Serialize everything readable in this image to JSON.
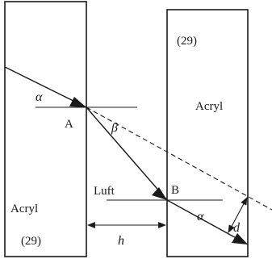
{
  "labels": {
    "left_material": "Acryl",
    "right_material": "Acryl",
    "left_index": "(29)",
    "right_index": "(29)",
    "gap_medium": "Luft",
    "point_a": "A",
    "point_b": "B",
    "angle_alpha_in": "α",
    "angle_beta": "β",
    "angle_alpha_out": "α",
    "gap_width": "h",
    "offset": "d"
  },
  "colors": {
    "line": "#1a1a1a",
    "background": "#ffffff"
  }
}
